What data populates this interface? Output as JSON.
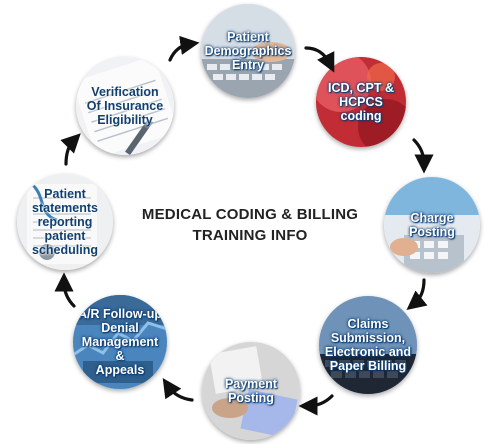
{
  "title": {
    "line1": "MEDICAL CODING & BILLING",
    "line2": "TRAINING INFO"
  },
  "steps": [
    {
      "label": "Patient\nDemographics\nEntry",
      "icon": "keyboard-photo"
    },
    {
      "label": "ICD, CPT &\nHCPCS\ncoding",
      "icon": "coding-photo"
    },
    {
      "label": "Charge Posting",
      "icon": "calculator-photo"
    },
    {
      "label": "Claims\nSubmission,\nElectronic and\nPaper Billing",
      "icon": "keyboard-photo"
    },
    {
      "label": "Payment Posting",
      "icon": "payment-photo"
    },
    {
      "label": "A/R Follow-up\nDenial\nManagement &\nAppeals",
      "icon": "chart-photo"
    },
    {
      "label": "Patient statements\nreporting\npatient\nscheduling",
      "icon": "stethoscope-photo"
    },
    {
      "label": "Verification\nOf Insurance\nEligibility",
      "icon": "form-photo"
    }
  ],
  "colors": {
    "arrow": "#111111",
    "label_outline": "#0b3e74"
  }
}
